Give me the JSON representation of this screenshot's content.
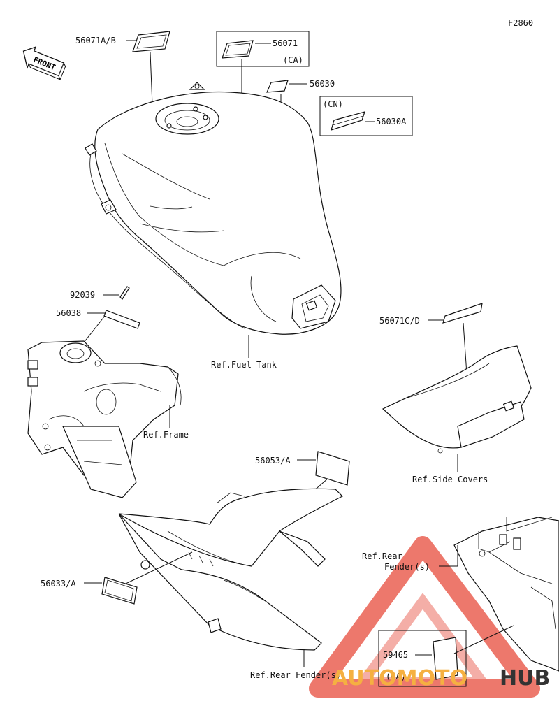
{
  "figure_id": "F2860",
  "front_label": "FRONT",
  "callouts": {
    "p56071ab": "56071A/B",
    "p56071": "56071",
    "p56071_region": "(CA)",
    "p56030": "56030",
    "p56030a_region": "(CN)",
    "p56030a": "56030A",
    "p92039": "92039",
    "p56038": "56038",
    "p56071cd": "56071C/D",
    "p56053": "56053/A",
    "p56033": "56033/A",
    "p59465": "59465",
    "p59465_region": "(CA)"
  },
  "references": {
    "fuel_tank": "Ref.Fuel Tank",
    "frame": "Ref.Frame",
    "side_covers": "Ref.Side Covers",
    "rear_fender_top_1": "Ref.Rear",
    "rear_fender_top_2": "Fender(s)",
    "rear_fender_bottom": "Ref.Rear Fender(s)"
  },
  "watermark": {
    "text_orange": "AUTOMOTO",
    "text_dark": "HUB",
    "color_orange": "#f5b041",
    "color_red": "#e74c3c",
    "color_dark": "#333333"
  }
}
